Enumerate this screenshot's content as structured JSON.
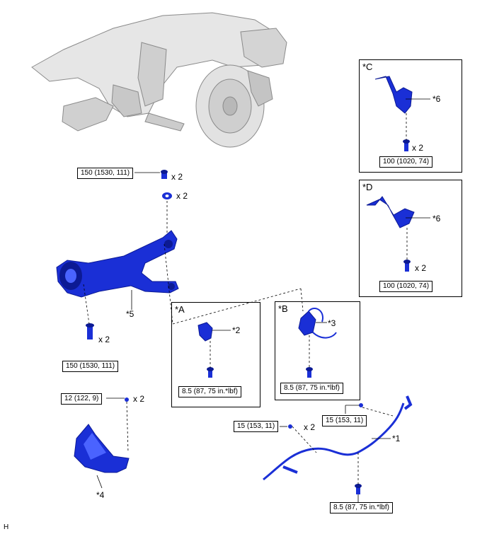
{
  "colors": {
    "part_blue": "#1a2fd6",
    "part_blue_dark": "#0c1a94",
    "part_blue_light": "#4a63ff",
    "assembly_gray": "#d6d6d6",
    "line": "#000000"
  },
  "torque": {
    "arm_top": "150 (1530, 111)",
    "arm_bottom": "150 (1530, 111)",
    "cover": "12 (122, 9)",
    "detail_a": "8.5 (87, 75 in.*lbf)",
    "detail_b": "8.5 (87, 75 in.*lbf)",
    "detail_c": "100 (1020, 74)",
    "detail_d": "100 (1020, 74)",
    "harness_left": "15 (153, 11)",
    "harness_right": "15 (153, 11)",
    "harness_bottom": "8.5 (87, 75 in.*lbf)"
  },
  "quantities": {
    "arm_bolt_top": "x 2",
    "arm_washer": "x 2",
    "arm_bolt_bottom": "x 2",
    "cover_bolt": "x 2",
    "detail_c_bolt": "x 2",
    "detail_d_bolt": "x 2",
    "harness_clip": "x 2"
  },
  "callouts": {
    "harness": "*1",
    "sensor_bracket": "*2",
    "sensor": "*3",
    "cover": "*4",
    "lower_arm": "*5",
    "bracket_c": "*6",
    "bracket_d": "*6"
  },
  "details": {
    "a": "*A",
    "b": "*B",
    "c": "*C",
    "d": "*D"
  },
  "corner_mark": "H"
}
